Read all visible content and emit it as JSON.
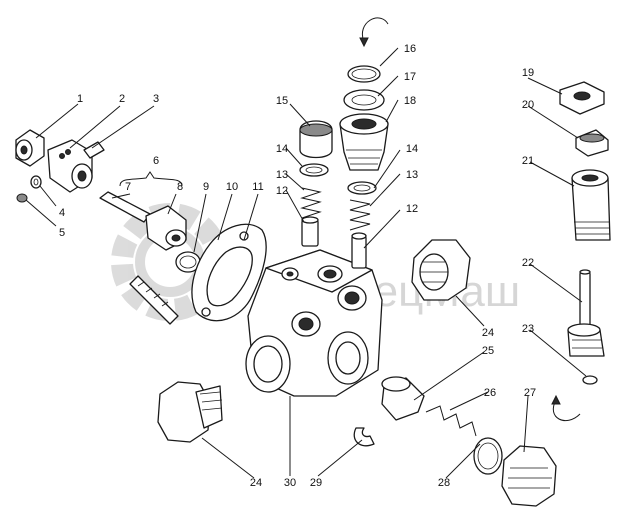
{
  "watermark": "СпецМаш",
  "callouts": {
    "c1": "1",
    "c2": "2",
    "c3": "3",
    "c4": "4",
    "c5": "5",
    "c6": "6",
    "c7": "7",
    "c8": "8",
    "c9": "9",
    "c10": "10",
    "c11": "11",
    "c12a": "12",
    "c12b": "12",
    "c13a": "13",
    "c13b": "13",
    "c14a": "14",
    "c14b": "14",
    "c15": "15",
    "c16": "16",
    "c17": "17",
    "c18": "18",
    "c19": "19",
    "c20": "20",
    "c21": "21",
    "c22": "22",
    "c23": "23",
    "c24a": "24",
    "c24b": "24",
    "c25": "25",
    "c26": "26",
    "c27": "27",
    "c28": "28",
    "c29": "29",
    "c30": "30"
  }
}
